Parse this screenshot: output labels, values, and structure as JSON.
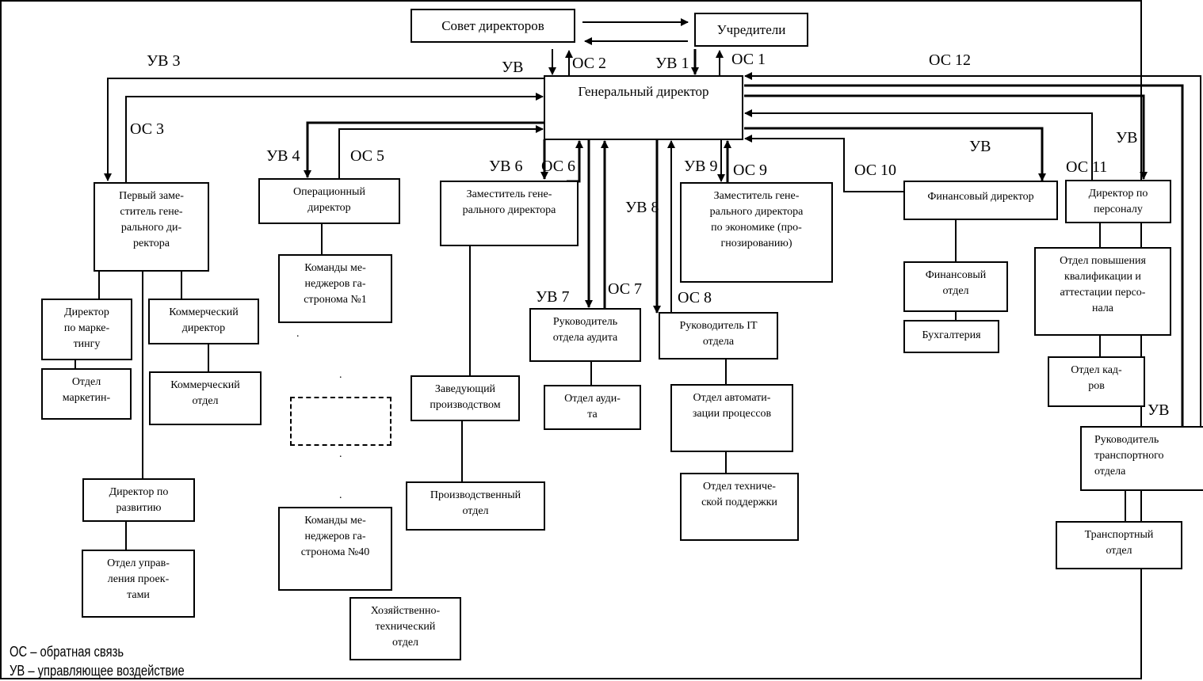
{
  "diagram": {
    "top": {
      "board": "Совет директоров",
      "founders": "Учредители",
      "ceo": "Генеральный директор"
    },
    "nodes": {
      "first_deputy": "Первый заме-\nститель гене-\nрального ди-\nректора",
      "operations_director": "Операционный\nдиректор",
      "deputy_gd": "Заместитель гене-\nрального директора",
      "deputy_economics": "Заместитель гене-\nрального директора\nпо экономике (про-\nгнозированию)",
      "finance_director": "Финансовый директор",
      "hr_director": "Директор по\nперсоналу",
      "marketing_director": "Директор\nпо марке-\nтингу",
      "marketing_dept": "Отдел\nмаркетин-",
      "commercial_director": "Коммерческий\nдиректор",
      "commercial_dept": "Коммерческий\nотдел",
      "development_director": "Директор по\nразвитию",
      "project_mgmt_dept": "Отдел управ-\nления проек-\nтами",
      "teams_1": "Команды ме-\nнеджеров га-\nстронома №1",
      "teams_40": "Команды ме-\nнеджеров га-\nстронома №40",
      "maintenance_dept": "Хозяйственно-\nтехнический\nотдел",
      "production_head": "Заведующий\nпроизводством",
      "production_dept": "Производственный\nотдел",
      "audit_head": "Руководитель\nотдела  аудита",
      "audit_dept": "Отдел ауди-\nта",
      "it_head": "Руководитель IT\nотдела",
      "automation_dept": "Отдел автомати-\nзации процессов",
      "support_dept": "Отдел техниче-\nской поддержки",
      "finance_dept": "Финансовый\nотдел",
      "accounting": "Бухгалтерия",
      "training_dept": "Отдел повышения\nквалификации и\nаттестации персо-\nнала",
      "personnel_dept": "Отдел кад-\nров",
      "transport_head": "Руководитель\nтранспортного\nотдела",
      "transport_dept": "Транспортный\nотдел"
    },
    "links": {
      "uv": "УВ",
      "os2": "ОС 2",
      "uv1": "УВ 1",
      "os1": "ОС 1",
      "uv3": "УВ 3",
      "os3": "ОС 3",
      "uv4": "УВ 4",
      "os5": "ОС 5",
      "uv6": "УВ 6",
      "os6": "ОС 6",
      "uv7": "УВ 7",
      "os7": "ОС 7",
      "uv8": "УВ 8",
      "os8": "ОС 8",
      "uv9": "УВ 9",
      "os9": "ОС 9",
      "os10": "ОС 10",
      "uv_fin": "УВ",
      "os11": "ОС 11",
      "uv_hr": "УВ",
      "os12": "ОС 12",
      "uv_transport": "УВ"
    },
    "legend": {
      "os": "ОС – обратная связь",
      "uv": "УВ – управляющее воздействие"
    },
    "ellipsis": "."
  }
}
